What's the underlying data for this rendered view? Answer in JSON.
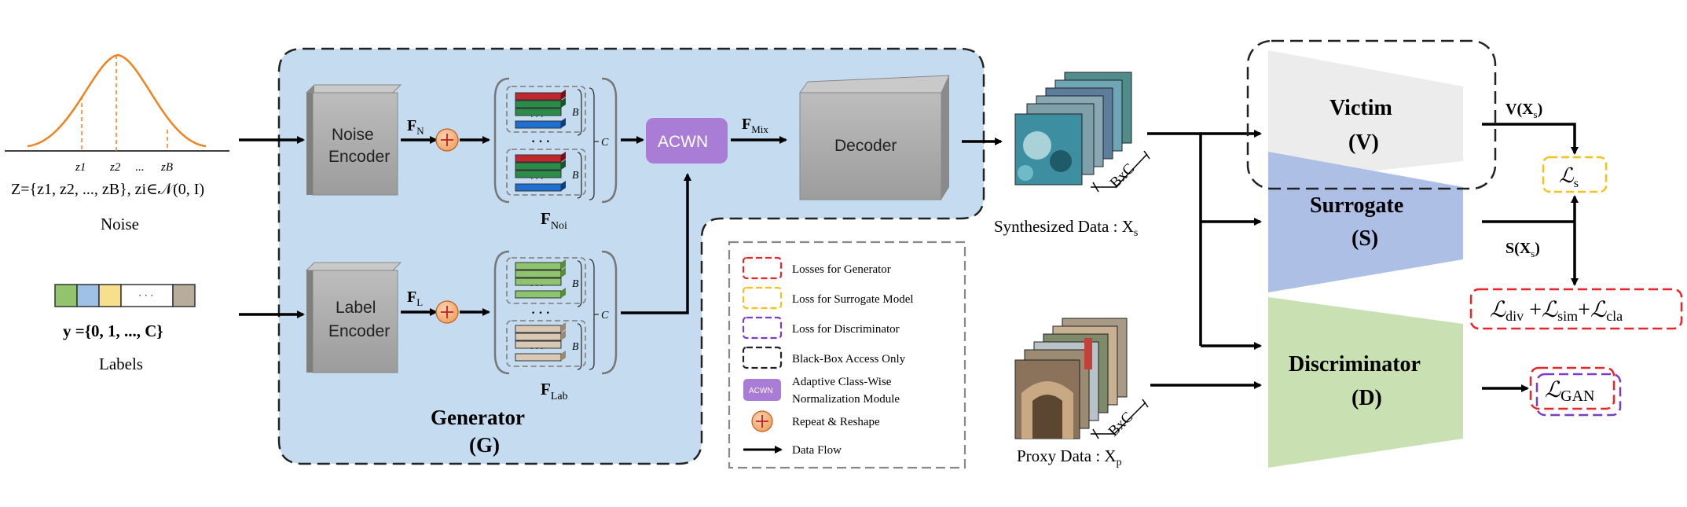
{
  "noise": {
    "ticks": [
      "z1",
      "z2",
      "...",
      "zB"
    ],
    "formula": "Z={z1, z2, ..., zB}, zi∈𝒩(0, I)",
    "label": "Noise"
  },
  "labels": {
    "formula": "y ={0, 1, ..., C}",
    "label": "Labels",
    "strip_dots": "· · ·"
  },
  "generator": {
    "noise_encoder": [
      "Noise",
      "Encoder"
    ],
    "label_encoder": [
      "Label",
      "Encoder"
    ],
    "f_n": "F",
    "f_n_sub": "N",
    "f_l": "F",
    "f_l_sub": "L",
    "f_noi": "F",
    "f_noi_sub": "Noi",
    "f_lab": "F",
    "f_lab_sub": "Lab",
    "f_mix": "F",
    "f_mix_sub": "Mix",
    "acwn": "ACWN",
    "decoder": "Decoder",
    "title": "Generator",
    "title_abbr": "(G)",
    "b": "B",
    "c": "C",
    "dots": "· · ·"
  },
  "data": {
    "synth": "Synthesized Data : X",
    "synth_sub": "s",
    "proxy": "Proxy Data : X",
    "proxy_sub": "p",
    "bxc": "BxC"
  },
  "models": {
    "victim": [
      "Victim",
      "(V)"
    ],
    "surrogate": [
      "Surrogate",
      "(S)"
    ],
    "discriminator": [
      "Discriminator",
      "(D)"
    ],
    "v_out": "V(X",
    "v_out_sub": "s",
    "s_out": "S(X",
    "s_out_sub": "s",
    "close_paren": ")"
  },
  "losses": {
    "ls": "ℒ",
    "ls_sub": "s",
    "gen_loss": {
      "l1": "ℒ",
      "l1_sub": "div",
      "plus1": " +",
      "l2": "ℒ",
      "l2_sub": "sim",
      "plus2": "+",
      "l3": "ℒ",
      "l3_sub": "cla"
    },
    "gan": "ℒ",
    "gan_sub": "GAN"
  },
  "legend": {
    "items": [
      "Losses for Generator",
      "Loss for Surrogate Model",
      "Loss for Discriminator",
      "Black-Box Access Only",
      "Adaptive Class-Wise",
      "Normalization Module",
      "Repeat & Reshape",
      "Data Flow"
    ],
    "acwn_small": "ACWN"
  },
  "colors": {
    "generator_bg": "#c5dcf0",
    "gaussian": "#f0821e",
    "acwn": "#a97cd6",
    "victim": "#ececec",
    "surrogate": "#aebfe6",
    "discriminator": "#c8e0b2",
    "loss_red": "#e8262a",
    "loss_yellow": "#f5c21d",
    "loss_purple": "#7a3bc6",
    "plus_circle": "#f3b07d",
    "label_strip": [
      "#92c36d",
      "#9cc0e6",
      "#f8df8e",
      "#ffffff",
      "#ffffff",
      "#b8ad9c"
    ]
  }
}
